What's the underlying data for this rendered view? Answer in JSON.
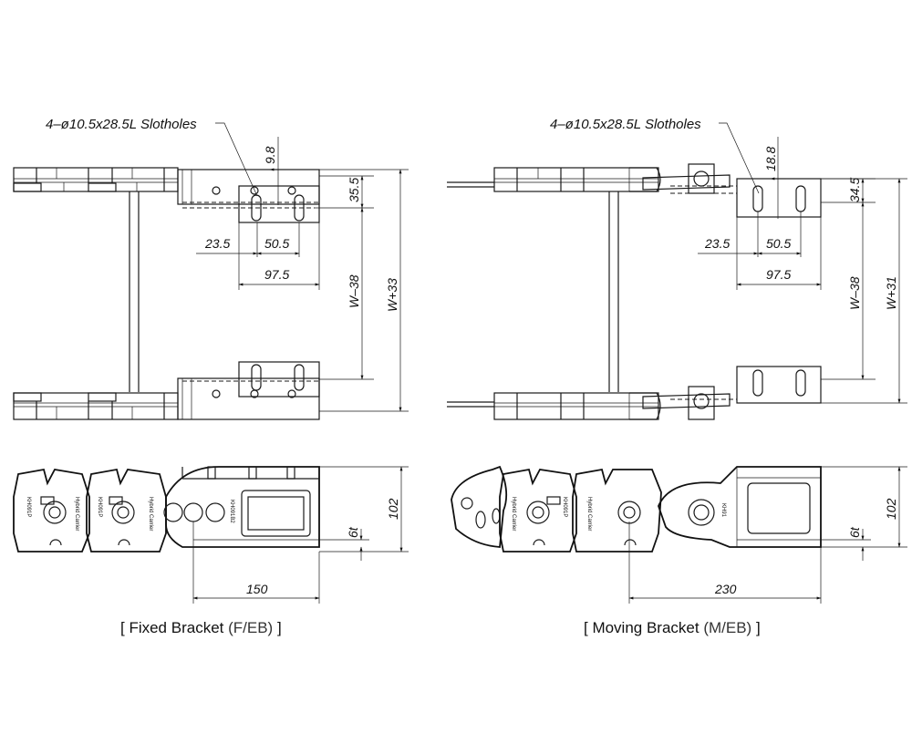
{
  "fixed": {
    "slot_note": "4–ø10.5x28.5L Slotholes",
    "dims": {
      "d9_8": "9.8",
      "d35_5": "35.5",
      "d23_5": "23.5",
      "d50_5": "50.5",
      "d97_5": "97.5",
      "w38": "W–38",
      "w33": "W+33",
      "d102": "102",
      "d6t": "6t",
      "d150": "150"
    },
    "caption_main": "[ Fixed Bracket ",
    "caption_code": "(F/EB)",
    "caption_end": " ]"
  },
  "moving": {
    "slot_note": "4–ø10.5x28.5L Slotholes",
    "dims": {
      "d18_8": "18.8",
      "d34_5": "34.5",
      "d23_5": "23.5",
      "d50_5": "50.5",
      "d97_5": "97.5",
      "w38": "W–38",
      "w31": "W+31",
      "d102": "102",
      "d6t": "6t",
      "d230": "230"
    },
    "caption_main": "[ Moving Bracket ",
    "caption_code": "(M/EB)",
    "caption_end": " ]"
  },
  "link_labels": {
    "brand": "Hybrid Carrier",
    "series": "KH091P",
    "bracket_code_fixed": "KH091B2",
    "bracket_code_moving": "KH91"
  }
}
